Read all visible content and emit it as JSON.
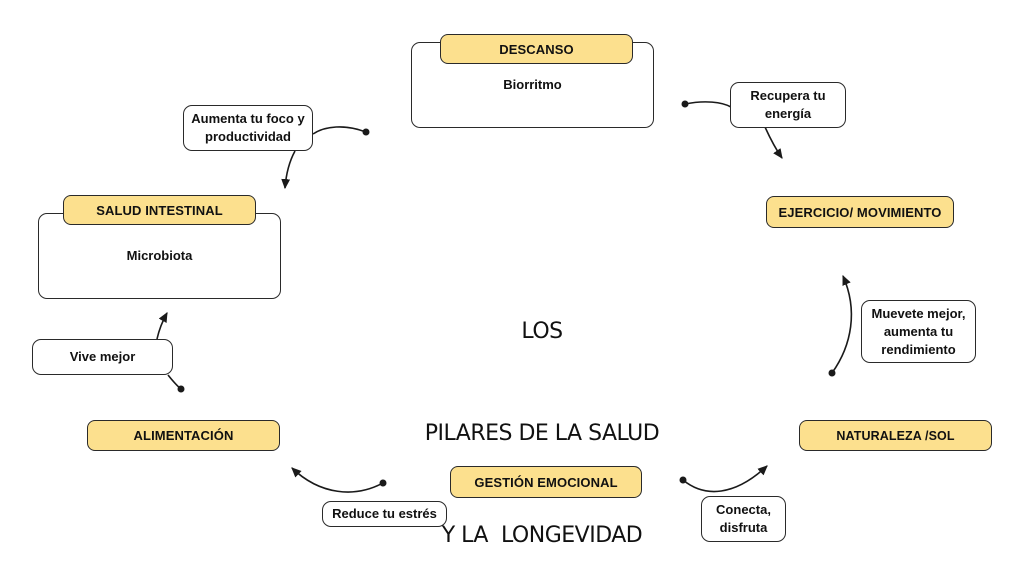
{
  "title": {
    "line1": "LOS",
    "line2": "PILARES DE LA SALUD",
    "line3": "Y LA  LONGEVIDAD"
  },
  "colors": {
    "pillar_fill": "#fce08e",
    "stroke": "#2a2a2a",
    "text": "#111111"
  },
  "pillars": {
    "descanso": {
      "label": "DESCANSO",
      "subtitle": "Biorritmo"
    },
    "ejercicio": {
      "label": "EJERCICIO/ MOVIMIENTO"
    },
    "naturaleza": {
      "label": "NATURALEZA /SOL"
    },
    "gestion": {
      "label": "GESTIÓN EMOCIONAL"
    },
    "alimentacion": {
      "label": "ALIMENTACIÓN"
    },
    "salud_intestinal": {
      "label": "SALUD INTESTINAL",
      "subtitle": "Microbiota"
    }
  },
  "notes": {
    "recupera": "Recupera tu\nenergía",
    "muevete": "Muevete mejor,\naumenta tu\nrendimiento",
    "conecta": "Conecta,\ndisfruta",
    "reduce": "Reduce tu estrés",
    "vive": "Vive mejor",
    "aumenta": "Aumenta tu foco y\nproductividad"
  }
}
